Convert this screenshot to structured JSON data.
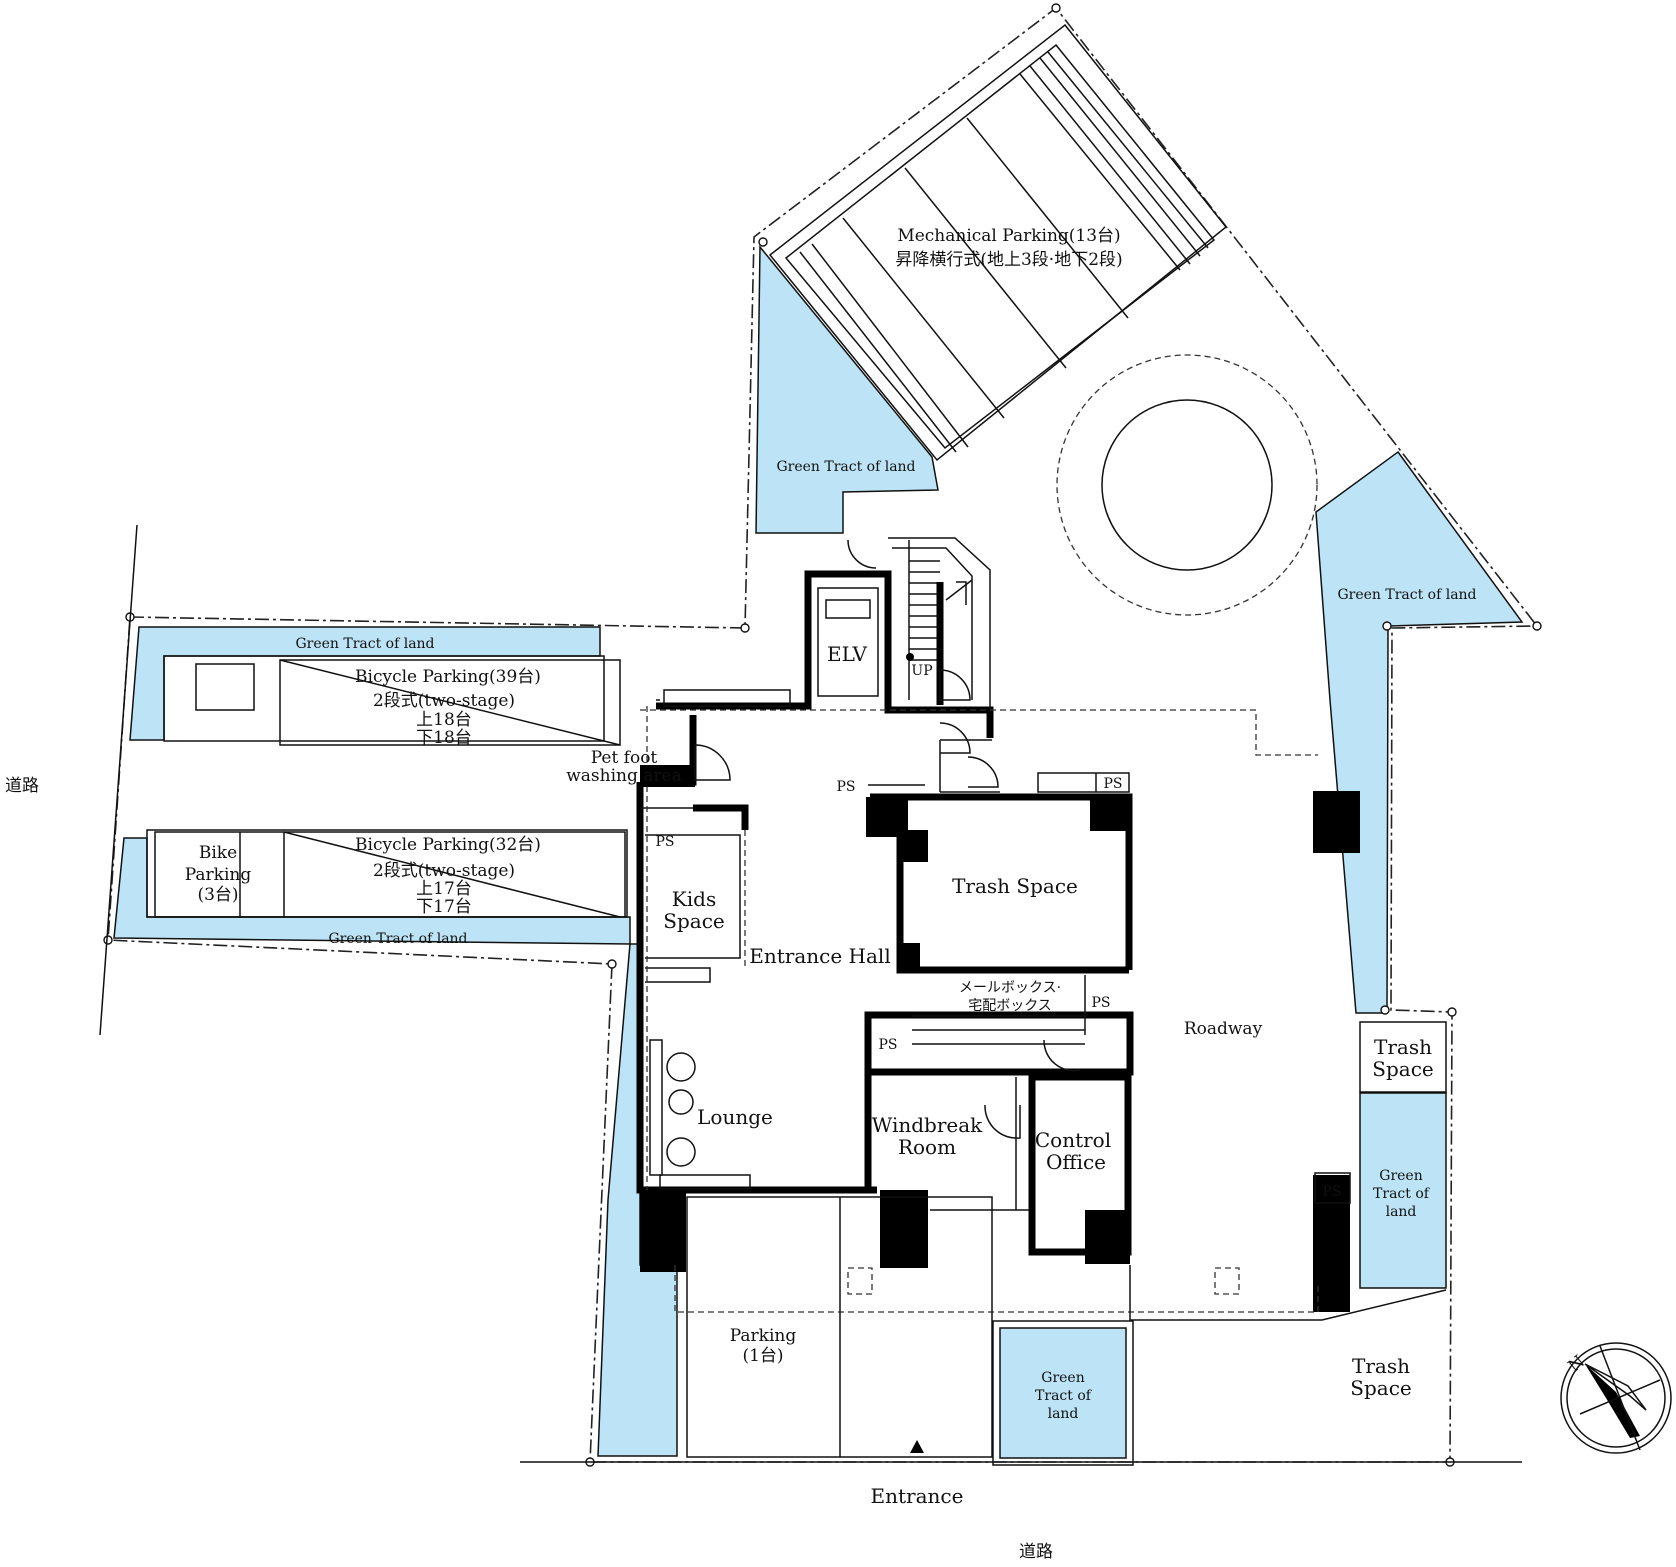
{
  "labels": {
    "mech_parking_1": "Mechanical Parking(13台)",
    "mech_parking_2": "昇降横行式(地上3段·地下2段)",
    "green_top_left": "Green Tract of land",
    "green_right": "Green Tract of land",
    "green_bike_top": "Green Tract of land",
    "green_bike_bottom": "Green Tract of land",
    "green_mid_1": "Green",
    "green_mid_2": "Tract of",
    "green_mid_3": "land",
    "green_bottom_1": "Green",
    "green_bottom_2": "Tract of",
    "green_bottom_3": "land",
    "bicycle_39_1": "Bicycle Parking(39台)",
    "bicycle_39_2": "2段式(two-stage)",
    "bicycle_39_3": "上18台",
    "bicycle_39_4": "下18台",
    "bicycle_32_1": "Bicycle Parking(32台)",
    "bicycle_32_2": "2段式(two-stage)",
    "bicycle_32_3": "上17台",
    "bicycle_32_4": "下17台",
    "bike_1": "Bike",
    "bike_2": "Parking",
    "bike_3": "(3台)",
    "road_left": "道路",
    "road_bottom": "道路",
    "elv": "ELV",
    "up": "UP",
    "ps": "PS",
    "pet_1": "Pet foot",
    "pet_2": "washing area",
    "kids_1": "Kids",
    "kids_2": "Space",
    "entrance_hall": "Entrance Hall",
    "trash_main": "Trash Space",
    "mailbox_1": "メールボックス·",
    "mailbox_2": "宅配ボックス",
    "lounge": "Lounge",
    "windbreak_1": "Windbreak",
    "windbreak_2": "Room",
    "control_1": "Control",
    "control_2": "Office",
    "roadway": "Roadway",
    "trash_right_1": "Trash",
    "trash_right_2": "Space",
    "trash_bottom_1": "Trash",
    "trash_bottom_2": "Space",
    "parking_1": "Parking",
    "parking_2": "(1台)",
    "entrance": "Entrance",
    "compass_n": "N"
  },
  "colors": {
    "green_tract": "#bde4f6",
    "wall": "#000000",
    "background": "#ffffff"
  }
}
